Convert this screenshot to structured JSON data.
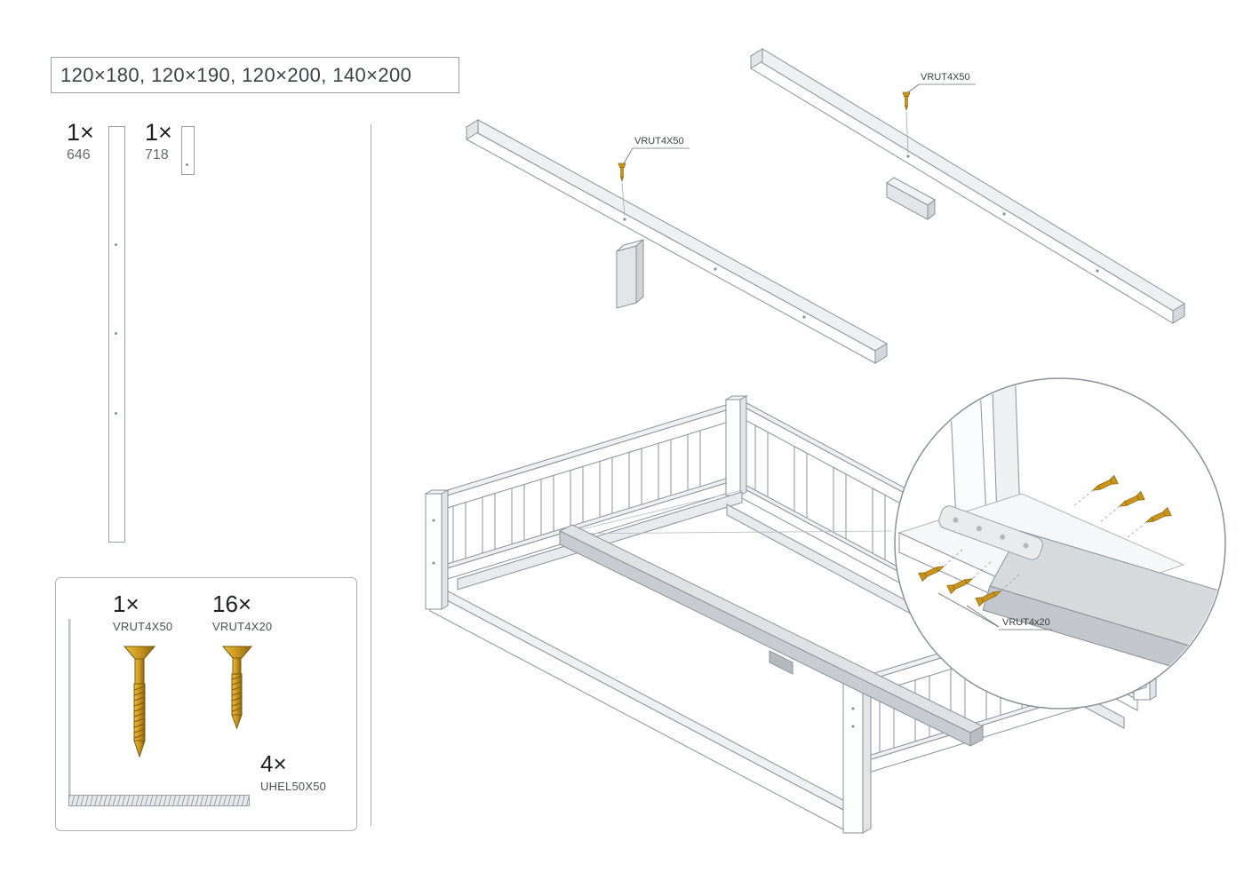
{
  "size_label": "120×180, 120×190, 120×200, 140×200",
  "parts": [
    {
      "qty": "1×",
      "id": "646"
    },
    {
      "qty": "1×",
      "id": "718"
    }
  ],
  "hardware": [
    {
      "qty": "1×",
      "id": "VRUT4X50"
    },
    {
      "qty": "16×",
      "id": "VRUT4X20"
    },
    {
      "qty": "4×",
      "id": "UHEL50X50"
    }
  ],
  "callouts": {
    "rail_left_screw": "VRUT4X50",
    "rail_right_screw": "VRUT4X50",
    "detail_screw": "VRUT4x20"
  },
  "colors": {
    "screw_gold": "#c9941a",
    "outline_gray": "#8b9198"
  }
}
